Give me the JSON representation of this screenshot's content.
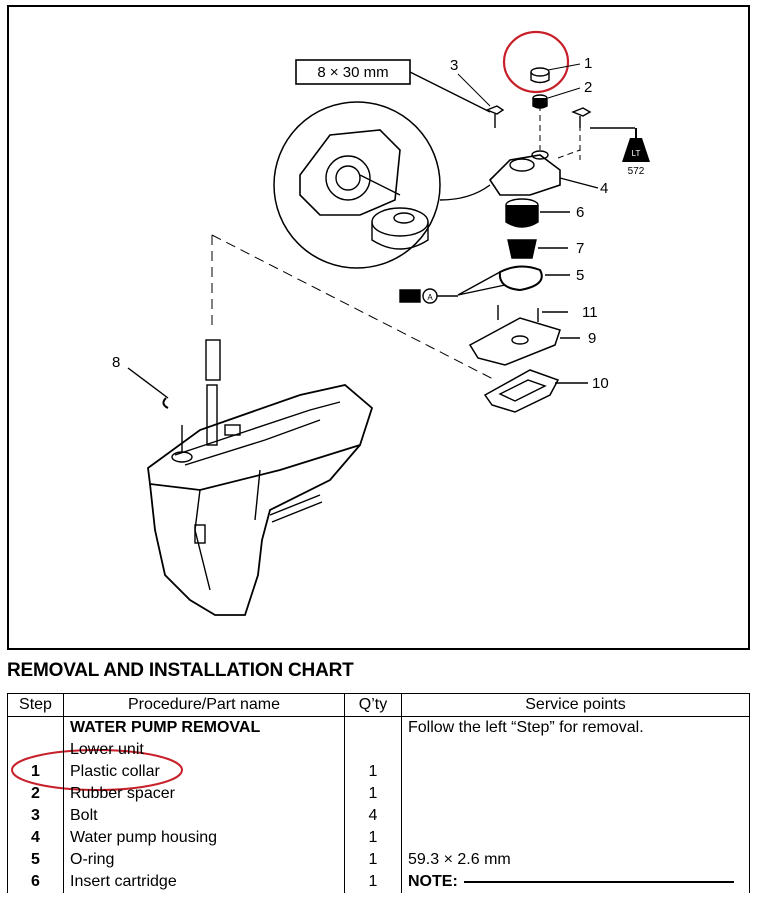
{
  "diagram": {
    "dimension_label": "8 × 30 mm",
    "callouts": [
      "1",
      "2",
      "3",
      "4",
      "5",
      "6",
      "7",
      "8",
      "9",
      "10",
      "11"
    ],
    "lt_label": "LT",
    "lt_number": "572",
    "grease_label": "A"
  },
  "chart": {
    "title": "REMOVAL AND INSTALLATION CHART",
    "headers": [
      "Step",
      "Procedure/Part name",
      "Q’ty",
      "Service points"
    ],
    "rows": [
      {
        "step": "",
        "part": "WATER PUMP REMOVAL",
        "qty": "",
        "service": "Follow the left “Step” for removal."
      },
      {
        "step": "",
        "part": "Lower unit",
        "qty": "",
        "service": ""
      },
      {
        "step": "1",
        "part": "Plastic collar",
        "qty": "1",
        "service": ""
      },
      {
        "step": "2",
        "part": "Rubber spacer",
        "qty": "1",
        "service": ""
      },
      {
        "step": "3",
        "part": "Bolt",
        "qty": "4",
        "service": ""
      },
      {
        "step": "4",
        "part": "Water pump housing",
        "qty": "1",
        "service": ""
      },
      {
        "step": "5",
        "part": "O-ring",
        "qty": "1",
        "service": "59.3 × 2.6 mm"
      },
      {
        "step": "6",
        "part": "Insert cartridge",
        "qty": "1",
        "service": "NOTE:"
      }
    ]
  },
  "colors": {
    "annotation_red": "#c8202a",
    "ink": "#000000"
  }
}
